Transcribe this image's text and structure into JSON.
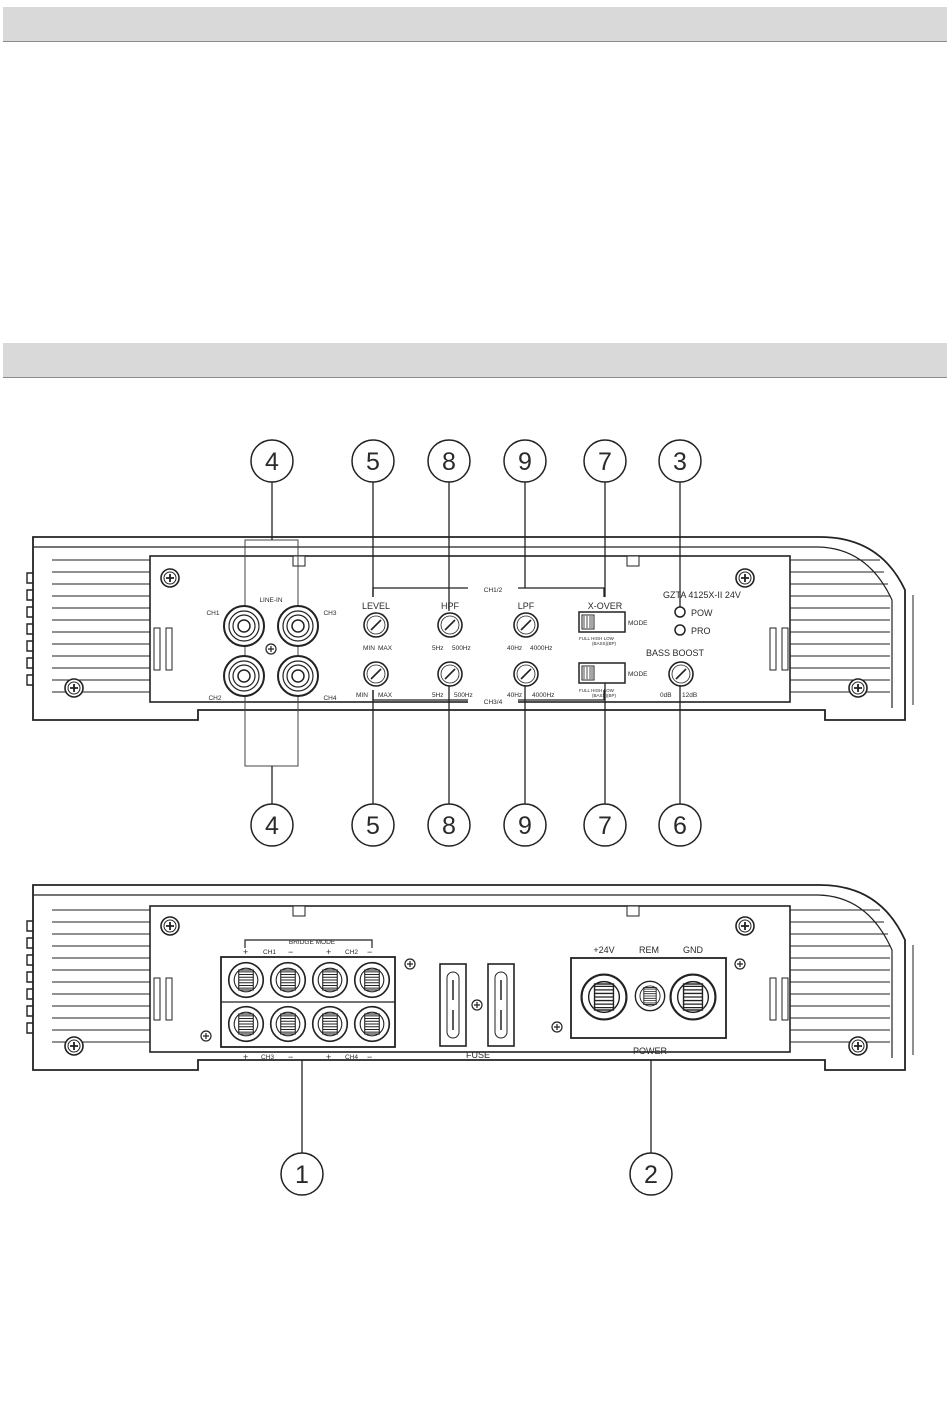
{
  "callouts": {
    "top": [
      "4",
      "5",
      "8",
      "9",
      "7",
      "3"
    ],
    "mid": [
      "4",
      "5",
      "8",
      "9",
      "7",
      "6"
    ],
    "bottom": [
      "1",
      "2"
    ]
  },
  "front_panel": {
    "model": "GZTA 4125X-II 24V",
    "line_in": "LINE-IN",
    "ch1": "CH1",
    "ch2": "CH2",
    "ch3": "CH3",
    "ch4": "CH4",
    "group_top": "CH1/2",
    "group_bottom": "CH3/4",
    "level": "LEVEL",
    "hpf": "HPF",
    "lpf": "LPF",
    "xover": "X-OVER",
    "mode": "MODE",
    "mode_positions": "FULL  HIGH  LOW",
    "mode_sub": "(BASS)(BP)",
    "pow": "POW",
    "pro": "PRO",
    "bass_boost": "BASS BOOST",
    "level_min": "MIN",
    "level_max": "MAX",
    "hpf_min": "5Hz",
    "hpf_max": "500Hz",
    "lpf_min": "40Hz",
    "lpf_max": "4000Hz",
    "bass_min": "0dB",
    "bass_max": "12dB"
  },
  "rear_panel": {
    "bridge_mode": "BRIDGE MODE",
    "ch1": "CH1",
    "ch2": "CH2",
    "ch3": "CH3",
    "ch4": "CH4",
    "minus": "−",
    "plus": "+",
    "fuse": "FUSE",
    "power": "POWER",
    "v24": "+24V",
    "rem": "REM",
    "gnd": "GND"
  }
}
